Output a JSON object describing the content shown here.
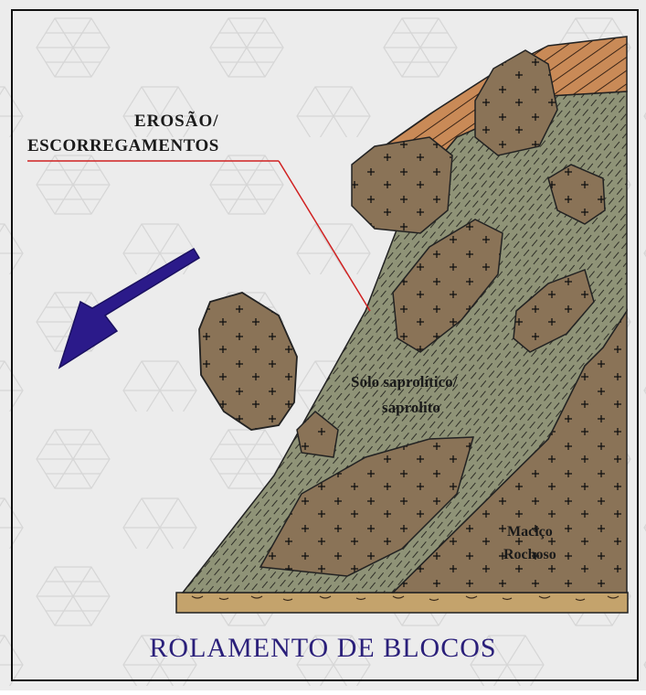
{
  "labels": {
    "erosao_line1": "EROSÃO/",
    "erosao_line2": "ESCORREGAMENTOS",
    "solo_line1": "Solo saprolítico/",
    "solo_line2": "saprolito",
    "macico_line1": "Maciço",
    "macico_line2": "Rochoso"
  },
  "caption": "ROLAMENTO DE BLOCOS",
  "colors": {
    "background": "#ececec",
    "hexagon_pattern": "#dcdcdc",
    "soil": "#8f9377",
    "soil_hatch": "#2f2f28",
    "rock": "#8a7357",
    "surface_soil": "#c98a57",
    "ground": "#c4a36c",
    "arrow": "#2b1a8a",
    "leader_line": "#d02020",
    "caption": "#2a1f7a"
  }
}
